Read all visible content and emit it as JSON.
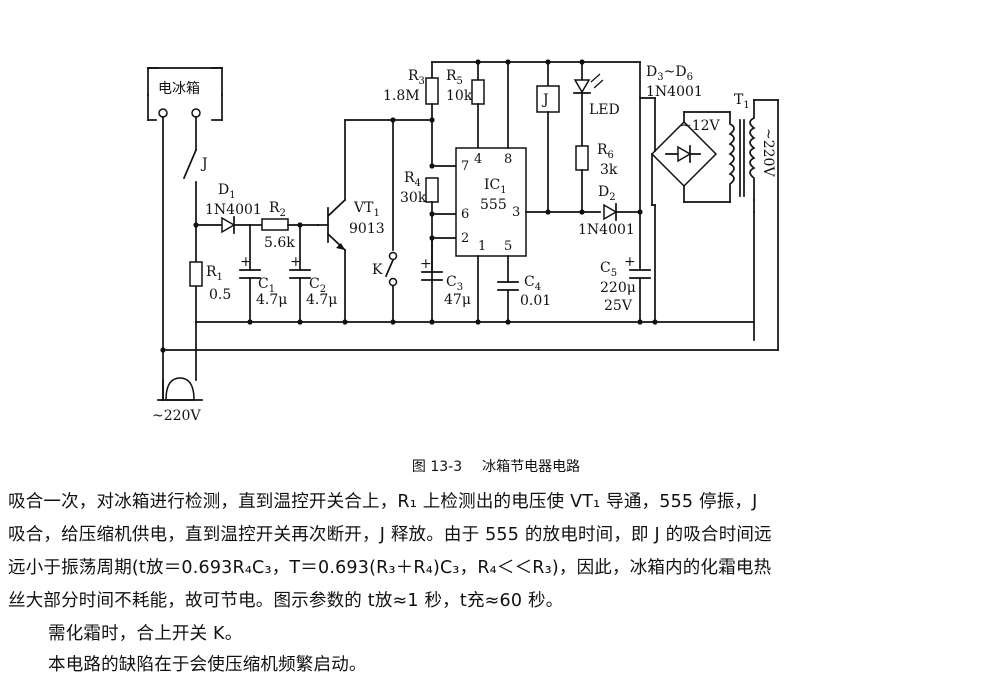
{
  "figure": {
    "number": "图 13-3",
    "title": "冰箱节电器电路"
  },
  "labels": {
    "fridge": "电冰箱",
    "switch_j": "J",
    "d1_name": "D",
    "d1_sub": "1",
    "d1_part": "1N4001",
    "r2_name": "R",
    "r2_sub": "2",
    "r2_value": "5.6k",
    "r1_name": "R",
    "r1_sub": "1",
    "r1_value": "0.5",
    "c1_name": "C",
    "c1_sub": "1",
    "c1_value": "4.7μ",
    "c2_name": "C",
    "c2_sub": "2",
    "c2_value": "4.7μ",
    "vt1_name": "VT",
    "vt1_sub": "1",
    "vt1_part": "9013",
    "k_name": "K",
    "r3_name": "R",
    "r3_sub": "3",
    "r3_value": "1.8M",
    "r5_name": "R",
    "r5_sub": "5",
    "r5_value": "10k",
    "r4_name": "R",
    "r4_sub": "4",
    "r4_value": "30k",
    "ic1_name": "IC",
    "ic1_sub": "1",
    "ic1_part": "555",
    "pin4": "4",
    "pin8": "8",
    "pin7": "7",
    "pin6": "6",
    "pin2": "2",
    "pin1": "1",
    "pin5": "5",
    "pin3": "3",
    "c3_name": "C",
    "c3_sub": "3",
    "c3_value": "47μ",
    "c4_name": "C",
    "c4_sub": "4",
    "c4_value": "0.01",
    "relay_j": "J",
    "led": "LED",
    "r6_name": "R",
    "r6_sub": "6",
    "r6_value": "3k",
    "d2_name": "D",
    "d2_sub": "2",
    "d2_part": "1N4001",
    "c5_name": "C",
    "c5_sub": "5",
    "c5_value": "220μ",
    "c5_voltage": "25V",
    "d36_a": "D",
    "d36_a_sub": "3",
    "d36_tilde": "~D",
    "d36_b_sub": "6",
    "d36_part": "1N4001",
    "bridge_ac": "~12V",
    "t1_name": "T",
    "t1_sub": "1",
    "t1_primary": "~220V",
    "mains": "~220V",
    "plus": "+"
  },
  "text": {
    "line1": "吸合一次，对冰箱进行检测，直到温控开关合上，R₁ 上检测出的电压使 VT₁ 导通，555 停振，J",
    "line2": "吸合，给压缩机供电，直到温控开关再次断开，J 释放。由于 555 的放电时间，即 J 的吸合时间远",
    "line3": "远小于振荡周期(t放＝0.693R₄C₃，T＝0.693(R₃＋R₄)C₃，R₄＜＜R₃)，因此，冰箱内的化霜电热",
    "line4": "丝大部分时间不耗能，故可节电。图示参数的 t放≈1 秒，t充≈60 秒。",
    "line5": "需化霜时，合上开关 K。",
    "line6": "本电路的缺陷在于会使压缩机频繁启动。"
  }
}
